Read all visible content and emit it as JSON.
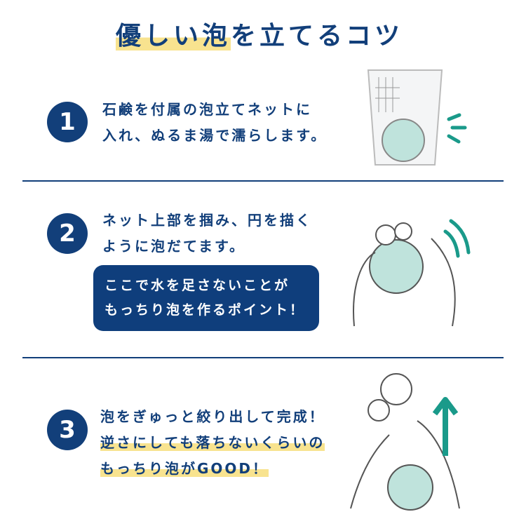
{
  "title": {
    "highlighted": "優しい泡",
    "rest": "を立てるコツ"
  },
  "steps": [
    {
      "number": "1",
      "lines": [
        "石鹸を付属の泡立てネットに",
        "入れ、ぬるま湯で濡らします。"
      ]
    },
    {
      "number": "2",
      "lines": [
        "ネット上部を掴み、円を描く",
        "ように泡だてます。"
      ],
      "tip": [
        "ここで水を足さないことが",
        "もっちり泡を作るポイント！"
      ]
    },
    {
      "number": "3",
      "lines": [
        "泡をぎゅっと絞り出して完成！",
        "逆さにしても落ちないくらいの",
        "もっちり泡がGOOD！"
      ]
    }
  ],
  "colors": {
    "navy": "#123f7a",
    "highlight": "#f8e38f",
    "accent": "#1a9a8a"
  }
}
